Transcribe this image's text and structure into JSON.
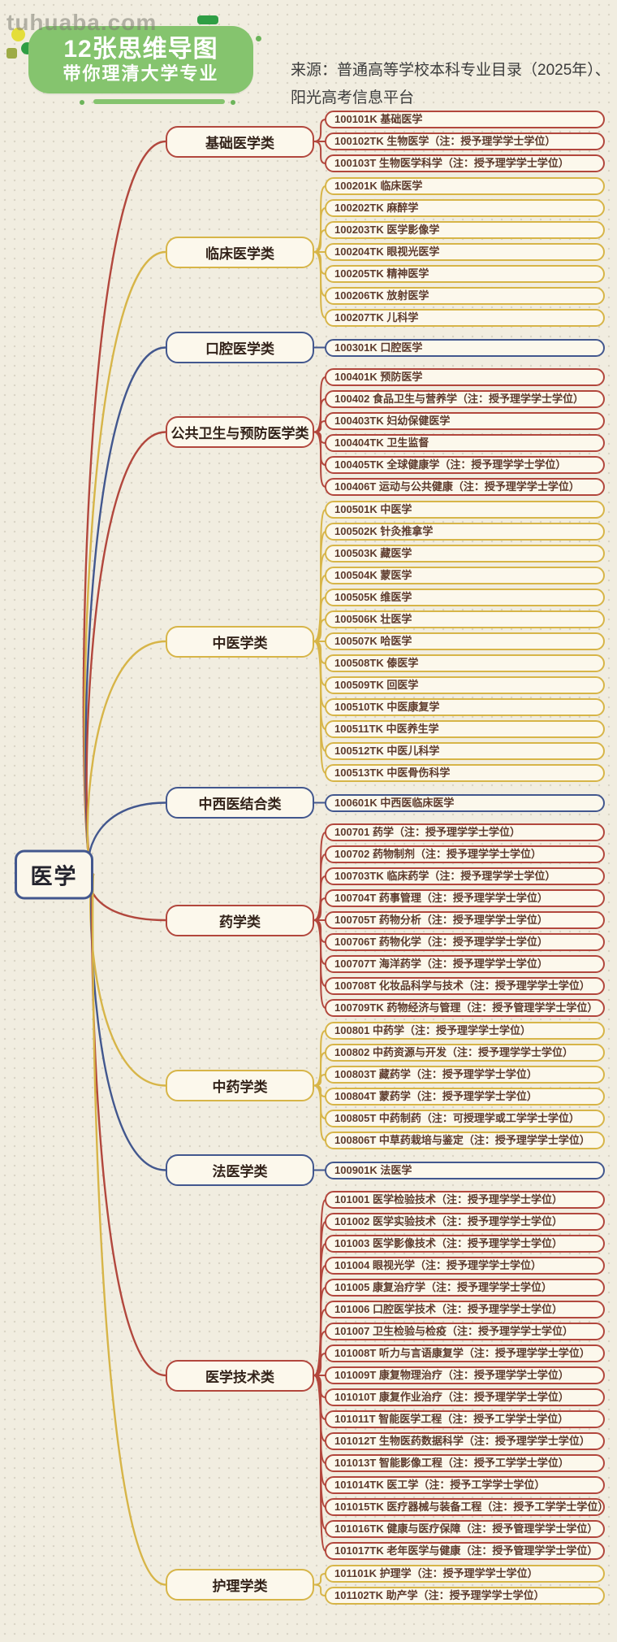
{
  "watermark": "tuhuaba.com",
  "header": {
    "badge_line1": "12张思维导图",
    "badge_line2": "带你理清大学专业",
    "source_line1": "来源：普通高等学校本科专业目录（2025年）、",
    "source_line2": "阳光高考信息平台"
  },
  "root": {
    "label": "医学"
  },
  "colors": {
    "red": "#b2473d",
    "yellow": "#d7b548",
    "blue": "#42578e",
    "badge_green": "#85c46e",
    "badge_dark_green": "#2f9e44",
    "accent_yellow": "#e4de3a",
    "accent_olive": "#9dab45",
    "box_fill": "#fcf8ec",
    "background": "#f1ede0"
  },
  "branches": [
    {
      "name": "基础医学类",
      "color": "red",
      "children": [
        "100101K 基础医学",
        "100102TK 生物医学（注：授予理学学士学位）",
        "100103T 生物医学科学（注：授予理学学士学位）"
      ]
    },
    {
      "name": "临床医学类",
      "color": "yellow",
      "children": [
        "100201K 临床医学",
        "100202TK 麻醉学",
        "100203TK 医学影像学",
        "100204TK 眼视光医学",
        "100205TK 精神医学",
        "100206TK 放射医学",
        "100207TK 儿科学"
      ]
    },
    {
      "name": "口腔医学类",
      "color": "blue",
      "children": [
        "100301K 口腔医学"
      ]
    },
    {
      "name": "公共卫生与预防医学类",
      "color": "red",
      "children": [
        "100401K 预防医学",
        "100402 食品卫生与营养学（注：授予理学学士学位）",
        "100403TK 妇幼保健医学",
        "100404TK 卫生监督",
        "100405TK 全球健康学（注：授予理学学士学位）",
        "100406T 运动与公共健康（注：授予理学学士学位）"
      ]
    },
    {
      "name": "中医学类",
      "color": "yellow",
      "children": [
        "100501K 中医学",
        "100502K 针灸推拿学",
        "100503K 藏医学",
        "100504K 蒙医学",
        "100505K 维医学",
        "100506K 壮医学",
        "100507K 哈医学",
        "100508TK 傣医学",
        "100509TK 回医学",
        "100510TK 中医康复学",
        "100511TK 中医养生学",
        "100512TK 中医儿科学",
        "100513TK 中医骨伤科学"
      ]
    },
    {
      "name": "中西医结合类",
      "color": "blue",
      "children": [
        "100601K 中西医临床医学"
      ]
    },
    {
      "name": "药学类",
      "color": "red",
      "children": [
        "100701 药学（注：授予理学学士学位）",
        "100702 药物制剂（注：授予理学学士学位）",
        "100703TK 临床药学（注：授予理学学士学位）",
        "100704T 药事管理（注：授予理学学士学位）",
        "100705T 药物分析（注：授予理学学士学位）",
        "100706T 药物化学（注：授予理学学士学位）",
        "100707T 海洋药学（注：授予理学学士学位）",
        "100708T 化妆品科学与技术（注：授予理学学士学位）",
        "100709TK 药物经济与管理（注：授予管理学学士学位）"
      ]
    },
    {
      "name": "中药学类",
      "color": "yellow",
      "children": [
        "100801 中药学（注：授予理学学士学位）",
        "100802 中药资源与开发（注：授予理学学士学位）",
        "100803T 藏药学（注：授予理学学士学位）",
        "100804T 蒙药学（注：授予理学学士学位）",
        "100805T 中药制药（注：可授理学或工学学士学位）",
        "100806T 中草药栽培与鉴定（注：授予理学学士学位）"
      ]
    },
    {
      "name": "法医学类",
      "color": "blue",
      "children": [
        "100901K 法医学"
      ]
    },
    {
      "name": "医学技术类",
      "color": "red",
      "children": [
        "101001 医学检验技术（注：授予理学学士学位）",
        "101002 医学实验技术（注：授予理学学士学位）",
        "101003 医学影像技术（注：授予理学学士学位）",
        "101004 眼视光学（注：授予理学学士学位）",
        "101005 康复治疗学（注：授予理学学士学位）",
        "101006 口腔医学技术（注：授予理学学士学位）",
        "101007 卫生检验与检疫（注：授予理学学士学位）",
        "101008T 听力与言语康复学（注：授予理学学士学位）",
        "101009T 康复物理治疗（注：授予理学学士学位）",
        "101010T 康复作业治疗（注：授予理学学士学位）",
        "101011T 智能医学工程（注：授予工学学士学位）",
        "101012T 生物医药数据科学（注：授予理学学士学位）",
        "101013T 智能影像工程（注：授予工学学士学位）",
        "101014TK 医工学（注：授予工学学士学位）",
        "101015TK 医疗器械与装备工程（注：授予工学学士学位）",
        "101016TK 健康与医疗保障（注：授予管理学学士学位）",
        "101017TK 老年医学与健康（注：授予管理学学士学位）"
      ]
    },
    {
      "name": "护理学类",
      "color": "yellow",
      "children": [
        "101101K 护理学（注：授予理学学士学位）",
        "101102TK 助产学（注：授予理学学士学位）"
      ]
    }
  ]
}
